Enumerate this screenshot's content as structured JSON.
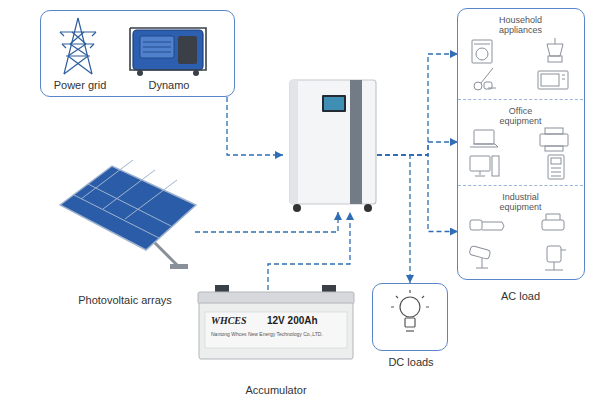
{
  "diagram": {
    "nodes": [
      {
        "text": [
          "Power grid",
          "Dynamo"
        ]
      },
      {
        "text": [
          "AC load"
        ]
      },
      {
        "text": [
          "Household appliances"
        ],
        "in": 1
      },
      {
        "text": [
          "Office equipment"
        ],
        "in": 1
      },
      {
        "text": [
          "Industrial equipment"
        ],
        "in": 1
      },
      {
        "text": []
      },
      {
        "text": [
          "Photovoltaic arrays"
        ]
      },
      {
        "text": [
          "WHCES",
          "12V 200Ah",
          "Nantong Whces New Energy Technology Co.,LTD.",
          "Accumulator"
        ]
      },
      {
        "text": [
          "DC loads"
        ]
      }
    ],
    "edges": [
      {
        "from": 0,
        "to": 5,
        "arrow": "to"
      },
      {
        "from": 6,
        "to": 5,
        "arrow": "to"
      },
      {
        "from": 7,
        "to": 5,
        "arrow": "to"
      },
      {
        "from": 5,
        "to": 2,
        "arrow": "to"
      },
      {
        "from": 5,
        "to": 3,
        "arrow": "to"
      },
      {
        "from": 5,
        "to": 4,
        "arrow": "to"
      },
      {
        "from": 5,
        "to": 8,
        "arrow": "to"
      }
    ]
  }
}
